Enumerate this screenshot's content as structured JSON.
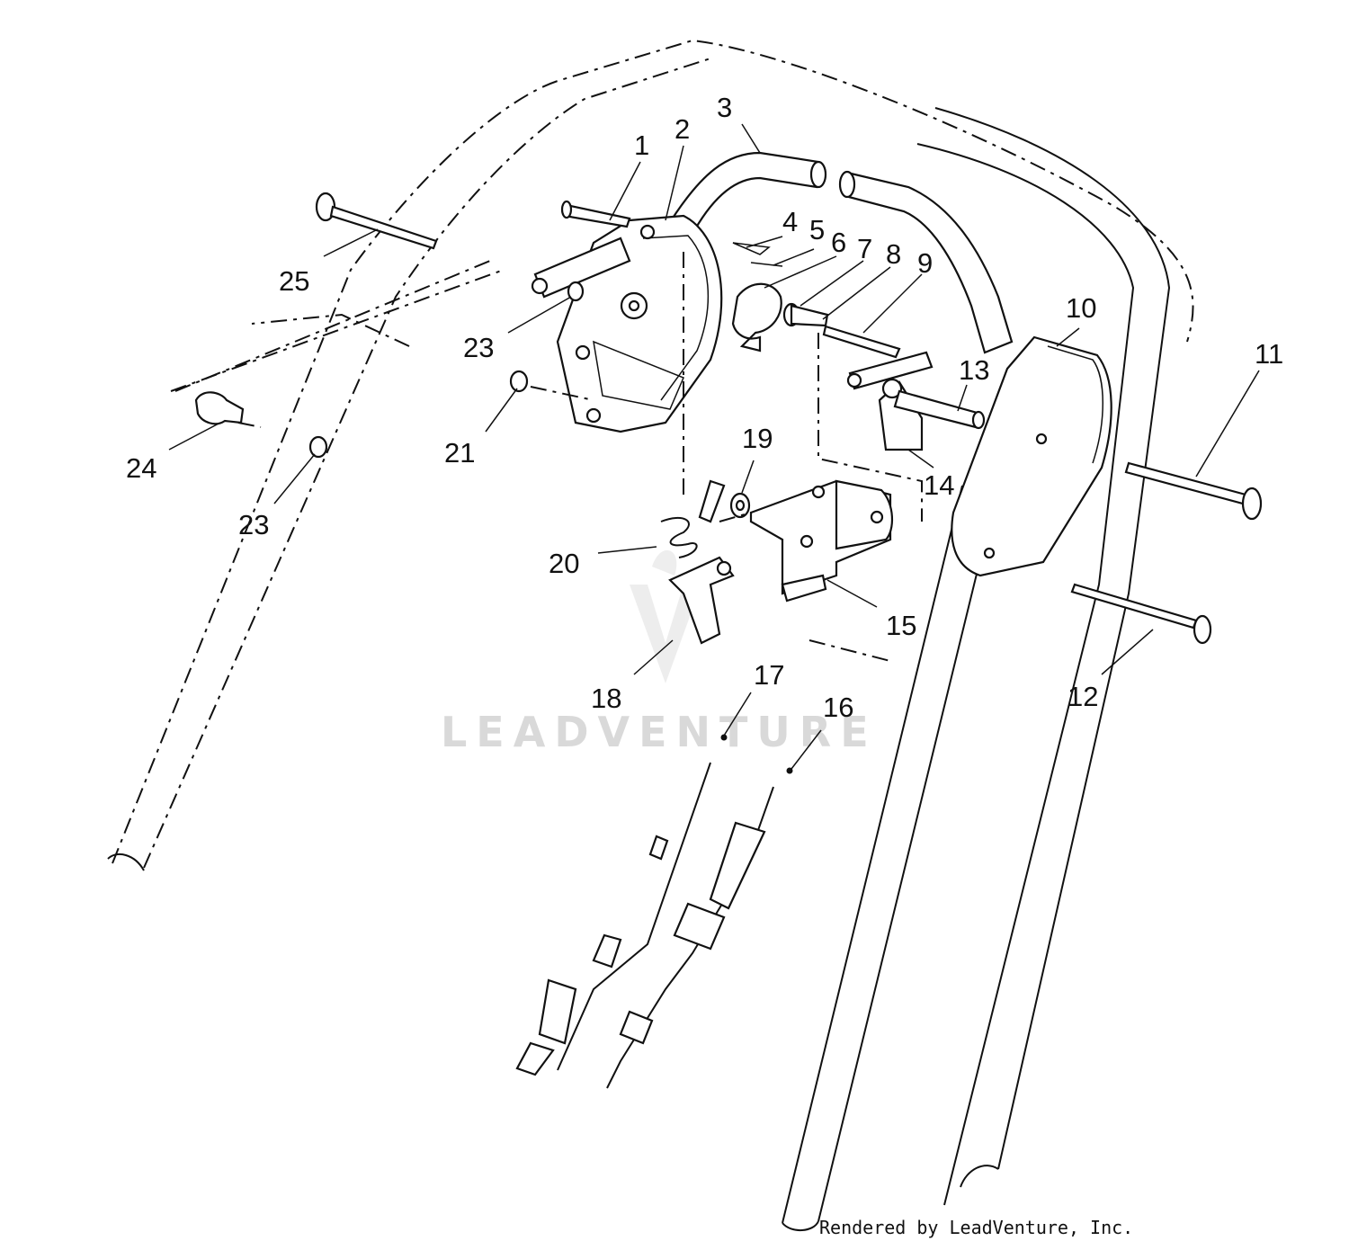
{
  "callouts": [
    "1",
    "2",
    "3",
    "4",
    "5",
    "6",
    "7",
    "8",
    "9",
    "10",
    "11",
    "12",
    "13",
    "14",
    "15",
    "16",
    "17",
    "18",
    "19",
    "20",
    "21",
    "23",
    "24",
    "23",
    "25"
  ],
  "watermark": "LEADVENTURE",
  "footer": "Rendered by LeadVenture, Inc."
}
